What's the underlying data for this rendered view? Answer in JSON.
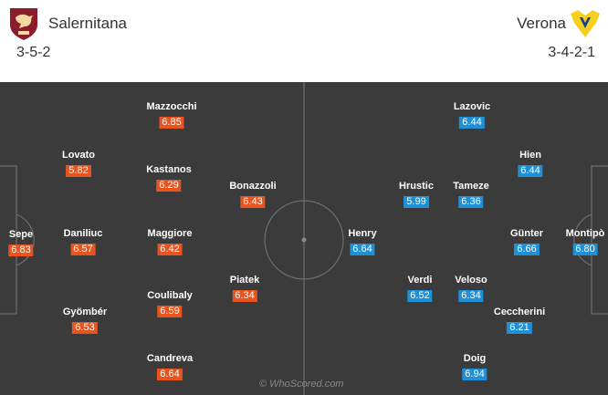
{
  "home": {
    "name": "Salernitana",
    "formation": "3-5-2",
    "color": "#e8531e",
    "crest_icon": "salernitana-crest-icon",
    "players": [
      {
        "name": "Sepe",
        "rating": "6.83"
      },
      {
        "name": "Lovato",
        "rating": "5.82"
      },
      {
        "name": "Daniliuc",
        "rating": "6.57"
      },
      {
        "name": "Gyömbér",
        "rating": "6.53"
      },
      {
        "name": "Mazzocchi",
        "rating": "6.85"
      },
      {
        "name": "Kastanos",
        "rating": "6.29"
      },
      {
        "name": "Maggiore",
        "rating": "6.42"
      },
      {
        "name": "Coulibaly",
        "rating": "6.59"
      },
      {
        "name": "Candreva",
        "rating": "6.64"
      },
      {
        "name": "Bonazzoli",
        "rating": "6.43"
      },
      {
        "name": "Piatek",
        "rating": "6.34"
      }
    ]
  },
  "away": {
    "name": "Verona",
    "formation": "3-4-2-1",
    "color": "#1f8fd6",
    "crest_icon": "verona-crest-icon",
    "players": [
      {
        "name": "Henry",
        "rating": "6.64"
      },
      {
        "name": "Hrustic",
        "rating": "5.99"
      },
      {
        "name": "Verdi",
        "rating": "6.52"
      },
      {
        "name": "Lazovic",
        "rating": "6.44"
      },
      {
        "name": "Tameze",
        "rating": "6.36"
      },
      {
        "name": "Veloso",
        "rating": "6.34"
      },
      {
        "name": "Doig",
        "rating": "6.94"
      },
      {
        "name": "Hien",
        "rating": "6.44"
      },
      {
        "name": "Günter",
        "rating": "6.66"
      },
      {
        "name": "Ceccherini",
        "rating": "6.21"
      },
      {
        "name": "Montipò",
        "rating": "6.80"
      }
    ]
  },
  "watermark": "© WhoScored.com"
}
